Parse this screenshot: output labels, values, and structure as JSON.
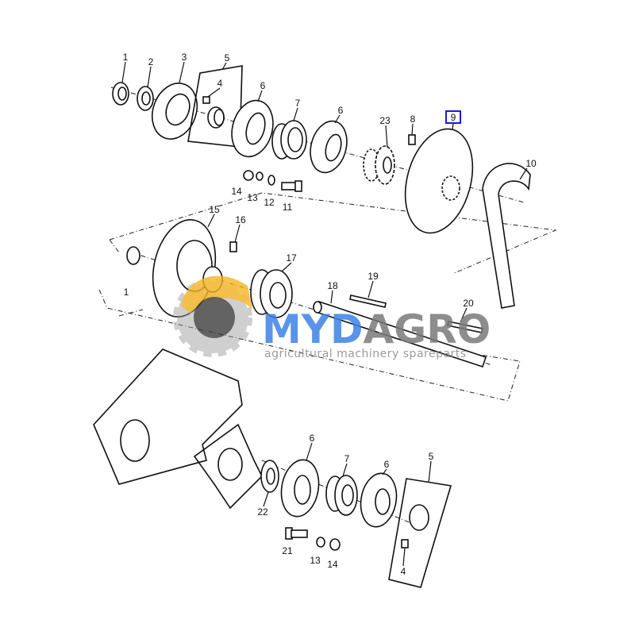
{
  "diagram": {
    "highlighted_part": "9",
    "highlight_color": "#1a1adb",
    "labels": {
      "top_1": "1",
      "top_2": "2",
      "top_3": "3",
      "top_5": "5",
      "top_4": "4",
      "top_6a": "6",
      "top_7": "7",
      "top_6b": "6",
      "top_23": "23",
      "top_8": "8",
      "top_9": "9",
      "top_10": "10",
      "top_14": "14",
      "top_13": "13",
      "top_12": "12",
      "top_11": "11",
      "mid_15": "15",
      "mid_16": "16",
      "mid_1": "1",
      "mid_17": "17",
      "mid_18": "18",
      "mid_19": "19",
      "mid_20": "20",
      "bot_6a": "6",
      "bot_7": "7",
      "bot_6b": "6",
      "bot_5": "5",
      "bot_22": "22",
      "bot_21": "21",
      "bot_13": "13",
      "bot_14": "14",
      "bot_4": "4"
    }
  },
  "watermark": {
    "brand_part1": "MYD",
    "brand_part2": "AGRO",
    "tagline": "agricultural machinery spareparts",
    "color_primary": "#3b82e6",
    "color_secondary": "#7a7a7a",
    "logo_color": "#f5b21a"
  }
}
